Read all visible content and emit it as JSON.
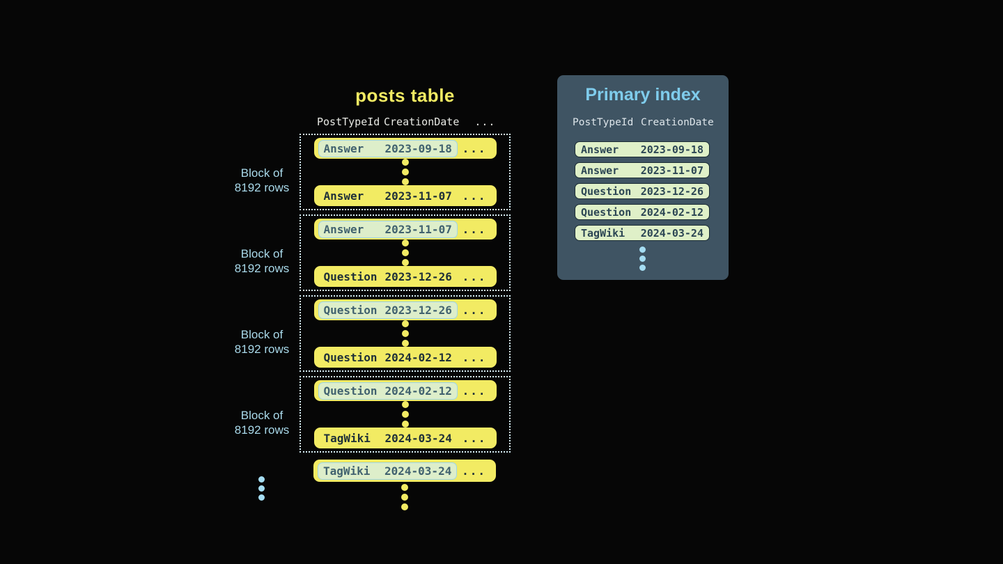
{
  "colors": {
    "canvas_bg": "#060606",
    "accent_yellow": "#f2eb63",
    "row_text": "#1f3038",
    "highlight_bg": "#ddeeca",
    "highlight_border": "#9fd6e8",
    "highlight_text": "#41626f",
    "block_border": "#d9f1f8",
    "block_label": "#a9d9ea",
    "table_header_text": "#e8e9e4",
    "panel_bg": "#3f5463",
    "panel_title": "#7fccec",
    "panel_header_text": "#dde5ea",
    "index_row_bg": "#dff0c8",
    "index_row_border": "#1b2c34",
    "index_row_text": "#2c4654",
    "blue_dot": "#a5ddf2"
  },
  "posts_table": {
    "title": "posts table",
    "headers": {
      "post_type": "PostTypeId",
      "creation_date": "CreationDate",
      "more": "..."
    },
    "blocks": [
      {
        "label_line1": "Block of",
        "label_line2": "8192 rows",
        "first_row": {
          "post_type": "Answer",
          "creation_date": "2023-09-18",
          "more": "...",
          "highlighted": true
        },
        "last_row": {
          "post_type": "Answer",
          "creation_date": "2023-11-07",
          "more": "...",
          "highlighted": false
        }
      },
      {
        "label_line1": "Block of",
        "label_line2": "8192 rows",
        "first_row": {
          "post_type": "Answer",
          "creation_date": "2023-11-07",
          "more": "...",
          "highlighted": true
        },
        "last_row": {
          "post_type": "Question",
          "creation_date": "2023-12-26",
          "more": "...",
          "highlighted": false
        }
      },
      {
        "label_line1": "Block of",
        "label_line2": "8192 rows",
        "first_row": {
          "post_type": "Question",
          "creation_date": "2023-12-26",
          "more": "...",
          "highlighted": true
        },
        "last_row": {
          "post_type": "Question",
          "creation_date": "2024-02-12",
          "more": "...",
          "highlighted": false
        }
      },
      {
        "label_line1": "Block of",
        "label_line2": "8192 rows",
        "first_row": {
          "post_type": "Question",
          "creation_date": "2024-02-12",
          "more": "...",
          "highlighted": true
        },
        "last_row": {
          "post_type": "TagWiki",
          "creation_date": "2024-03-24",
          "more": "...",
          "highlighted": false
        }
      }
    ],
    "overflow_row": {
      "post_type": "TagWiki",
      "creation_date": "2024-03-24",
      "more": "...",
      "highlighted": true
    }
  },
  "primary_index": {
    "title": "Primary index",
    "headers": {
      "post_type": "PostTypeId",
      "creation_date": "CreationDate"
    },
    "rows": [
      {
        "post_type": "Answer",
        "creation_date": "2023-09-18"
      },
      {
        "post_type": "Answer",
        "creation_date": "2023-11-07"
      },
      {
        "post_type": "Question",
        "creation_date": "2023-12-26"
      },
      {
        "post_type": "Question",
        "creation_date": "2024-02-12"
      },
      {
        "post_type": "TagWiki",
        "creation_date": "2024-03-24"
      }
    ]
  }
}
